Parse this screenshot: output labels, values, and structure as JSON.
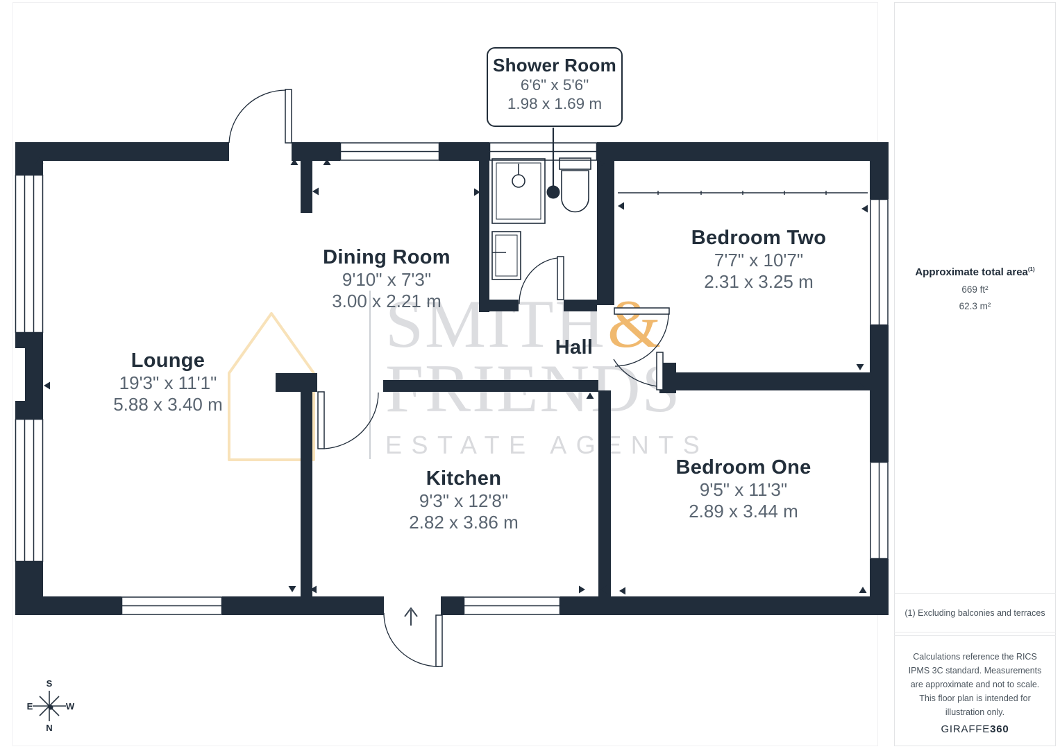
{
  "plan": {
    "callout": {
      "title": "Shower Room",
      "imperial": "6'6\" x 5'6\"",
      "metric": "1.98 x 1.69 m"
    },
    "rooms": {
      "lounge": {
        "name": "Lounge",
        "imperial": "19'3\" x 11'1\"",
        "metric": "5.88 x 3.40 m"
      },
      "dining": {
        "name": "Dining Room",
        "imperial": "9'10\" x 7'3\"",
        "metric": "3.00 x 2.21 m"
      },
      "kitchen": {
        "name": "Kitchen",
        "imperial": "9'3\" x 12'8\"",
        "metric": "2.82 x 3.86 m"
      },
      "hall": {
        "name": "Hall"
      },
      "bedroom_two": {
        "name": "Bedroom Two",
        "imperial": "7'7\" x 10'7\"",
        "metric": "2.31 x 3.25 m"
      },
      "bedroom_one": {
        "name": "Bedroom One",
        "imperial": "9'5\" x 11'3\"",
        "metric": "2.89 x 3.44 m"
      }
    }
  },
  "compass": {
    "top": "S",
    "bottom": "N",
    "left": "E",
    "right": "W"
  },
  "watermark": {
    "word1": "SMITH",
    "ampersand": "&",
    "word2": "FRIENDS",
    "tagline": "ESTATE AGENTS"
  },
  "sidebar": {
    "area_title": "Approximate total area",
    "area_superscript": "(1)",
    "area_ft": "669 ft²",
    "area_m": "62.3 m²",
    "note": "(1) Excluding balconies and terraces",
    "disclaimer": "Calculations reference the RICS IPMS 3C standard. Measurements are approximate and not to scale. This floor plan is intended for illustration only.",
    "brand": "GIRAFFE",
    "brand_bold": "360"
  },
  "colors": {
    "wall": "#212d3b",
    "dimension_text": "#5a6571",
    "watermark_gray": "#dcdde0",
    "watermark_amber": "#f0b96f",
    "house_outline": "#f8e2b9"
  }
}
